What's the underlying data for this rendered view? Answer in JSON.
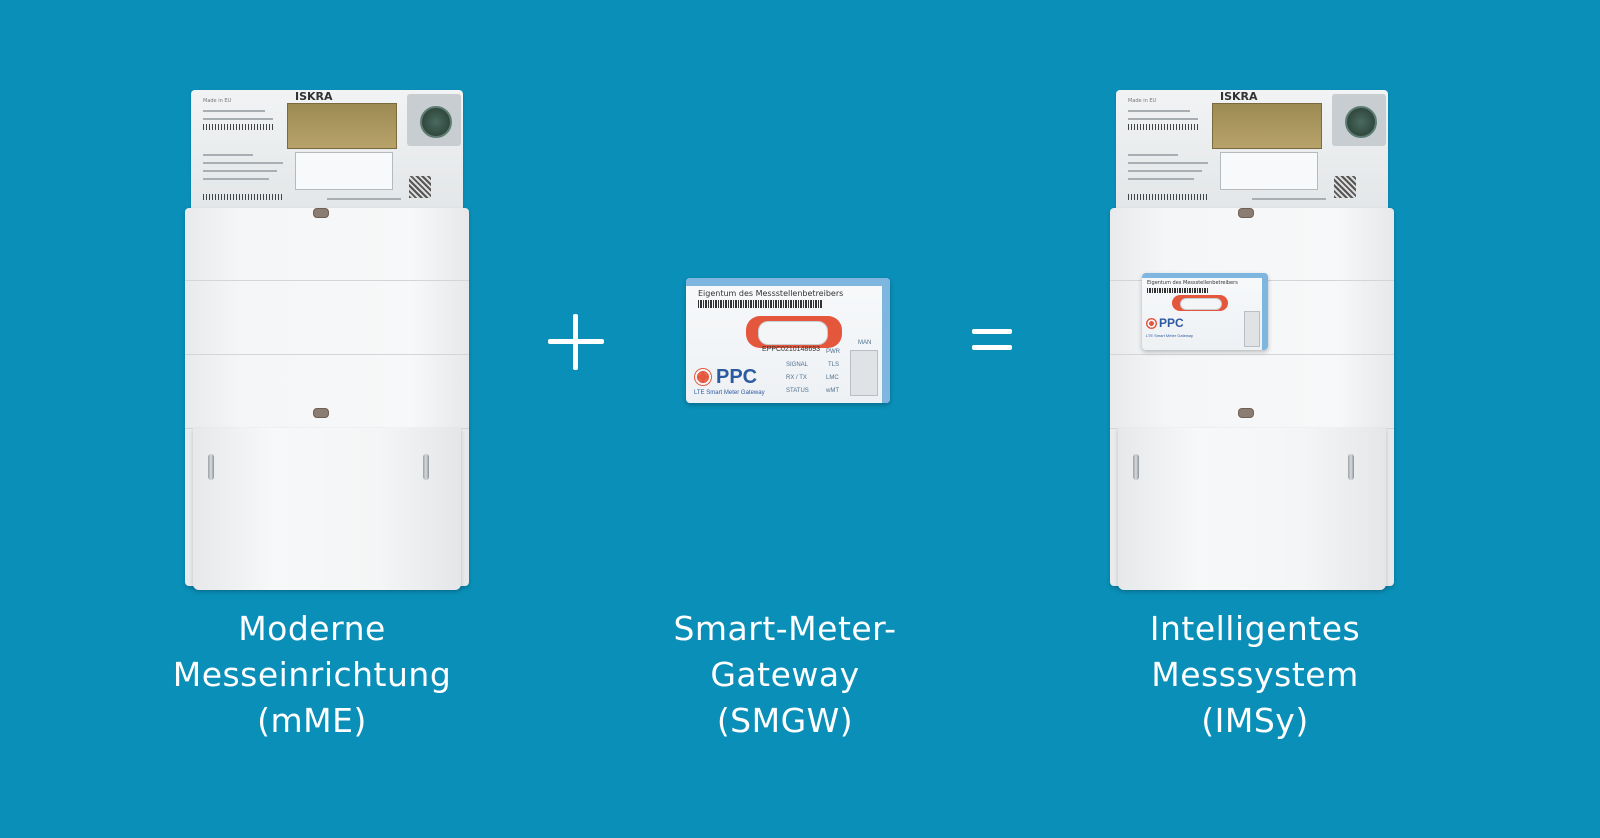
{
  "captions": {
    "left": {
      "lines": [
        "Moderne",
        "Messeinrichtung",
        "(mME)"
      ]
    },
    "middle": {
      "lines": [
        "Smart-Meter-",
        "Gateway",
        "(SMGW)"
      ]
    },
    "right": {
      "lines": [
        "Intelligentes",
        "Messsystem",
        "(IMSy)"
      ]
    }
  },
  "operators": {
    "plus": "+",
    "equals": "="
  },
  "meter": {
    "brand": "ISKRA",
    "made_in": "Made in EU"
  },
  "gateway": {
    "owner_label": "Eigentum des Messstellenbetreibers",
    "brand": "PPC",
    "subtitle": "LTE Smart Meter Gateway",
    "serial": "EPPC0210148693",
    "leds_left": [
      "SIGNAL",
      "RX / TX",
      "STATUS"
    ],
    "leds_right": [
      "PWR",
      "TLS",
      "LMC",
      "wMT"
    ],
    "man_label": "MAN"
  },
  "colors": {
    "background": "#0a8fb8",
    "text": "#ffffff",
    "gateway_accent": "#7fb6e0",
    "gateway_badge": "#e5573c",
    "lcd": "#a8955e"
  }
}
